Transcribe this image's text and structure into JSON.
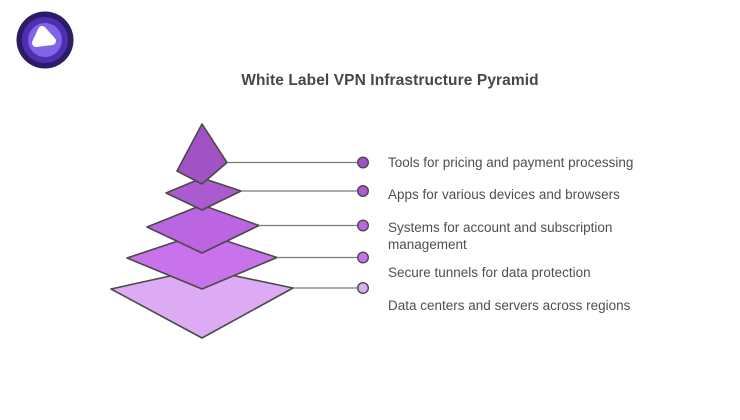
{
  "title": {
    "text": "White Label VPN Infrastructure Pyramid",
    "color": "#474747"
  },
  "logo": {
    "outer_ring_color": "#2c1c63",
    "middle_ring_color": "#4e2fb2",
    "inner_ring_color": "#8265e6",
    "glyph_color": "#ffffff"
  },
  "pyramid": {
    "outline_color": "#4a4a4a",
    "connector_color": "#7a7a7a",
    "label_color": "#4f4f4f",
    "levels": [
      {
        "label": "Tools for pricing and payment processing",
        "color": "#a152c5"
      },
      {
        "label": "Apps for various devices and browsers",
        "color": "#ab5ad0"
      },
      {
        "label": "Systems for account and subscription management",
        "color": "#bb65e2"
      },
      {
        "label": "Secure tunnels for data protection",
        "color": "#c873ec"
      },
      {
        "label": "Data centers and servers across regions",
        "color": "#dcabf3"
      }
    ]
  }
}
